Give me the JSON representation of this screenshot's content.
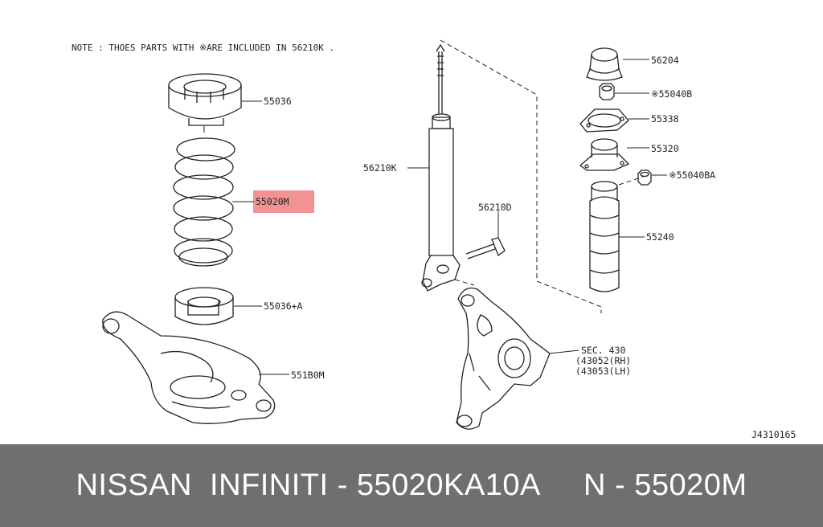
{
  "note": "NOTE : THOES PARTS WITH ※ARE INCLUDED IN 56210K .",
  "highlight_color": "#f08080",
  "labels": {
    "p55036": "55036",
    "p55020m": "55020M",
    "p55036a": "55036+A",
    "p551b0m": "551B0M",
    "p56210k": "56210K",
    "p56210d": "56210D",
    "p56204": "56204",
    "p55040b": "※55040B",
    "p55338": "55338",
    "p55320": "55320",
    "p55040ba": "※55040BA",
    "p55240": "55240",
    "sec430": "SEC. 430",
    "sec430_rh": "(43052(RH)",
    "sec430_lh": "(43053(LH)"
  },
  "diagram_id": "J4310165",
  "footer": "NISSAN  INFINITI - 55020KA10A     N - 55020M"
}
